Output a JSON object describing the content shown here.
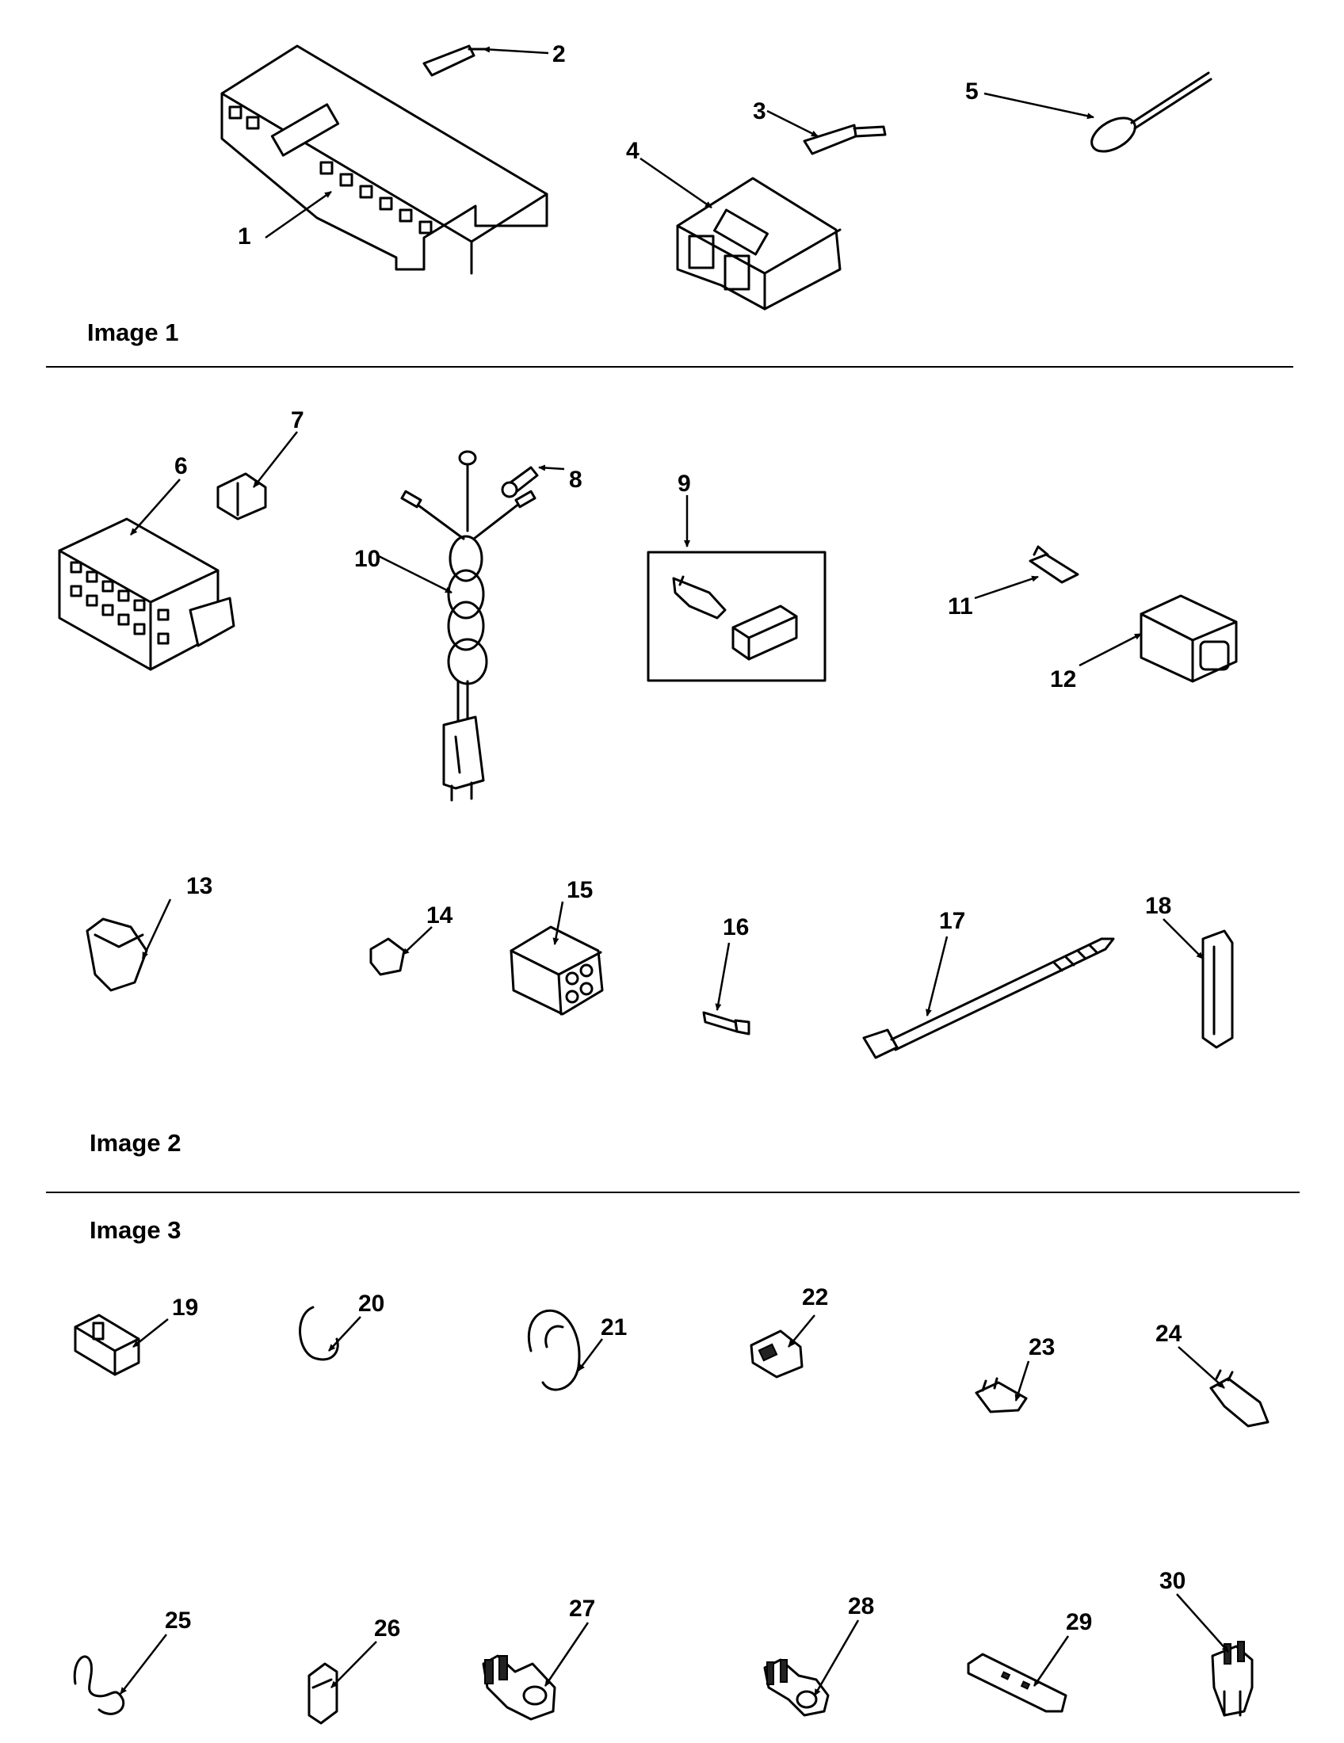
{
  "sections": [
    {
      "label": "Image 1"
    },
    {
      "label": "Image 2"
    },
    {
      "label": "Image 3"
    }
  ],
  "callouts": [
    "1",
    "2",
    "3",
    "4",
    "5",
    "6",
    "7",
    "8",
    "9",
    "10",
    "11",
    "12",
    "13",
    "14",
    "15",
    "16",
    "17",
    "18",
    "19",
    "20",
    "21",
    "22",
    "23",
    "24",
    "25",
    "26",
    "27",
    "28",
    "29",
    "30"
  ]
}
